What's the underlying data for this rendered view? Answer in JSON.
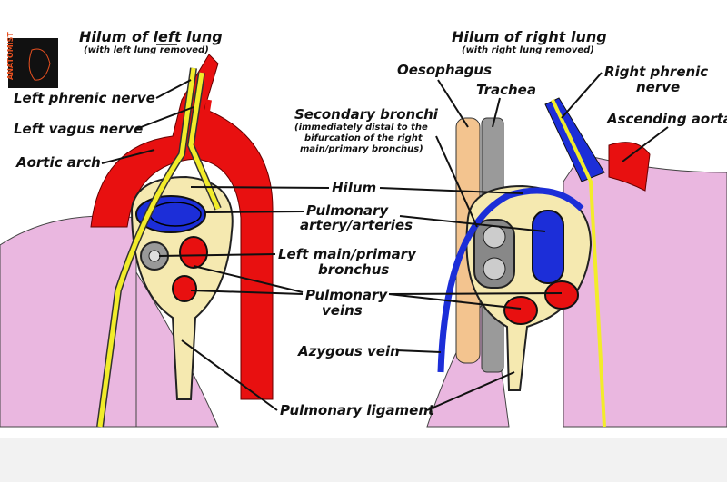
{
  "logo": {
    "text": "THE GEEKY ANATOMIST"
  },
  "left": {
    "title": "Hilum of left lung",
    "subtitle": "(with left lung removed)",
    "labels": {
      "phrenic": "Left phrenic nerve",
      "vagus": "Left vagus nerve",
      "aortic_arch": "Aortic arch"
    }
  },
  "right": {
    "title": "Hilum of right lung",
    "subtitle": "(with right lung removed)",
    "labels": {
      "oesophagus": "Oesophagus",
      "trachea": "Trachea",
      "phrenic_1": "Right phrenic",
      "phrenic_2": "nerve",
      "ascending_aorta": "Ascending aorta",
      "azygous": "Azygous vein"
    }
  },
  "center": {
    "secondary_bronchi": "Secondary bronchi",
    "secondary_sub": [
      "(immediately distal to the",
      "bifurcation of the right",
      "main/primary bronchus)"
    ],
    "hilum": "Hilum",
    "pulm_artery": [
      "Pulmonary",
      "artery/arteries"
    ],
    "left_bronchus": [
      "Left main/primary",
      "bronchus"
    ],
    "pulm_veins": [
      "Pulmonary",
      "veins"
    ],
    "pulm_ligament": "Pulmonary ligament"
  },
  "colors": {
    "lung": "#eab7e0",
    "artery": "#e81010",
    "vein_blue": "#1c2ed8",
    "nerve": "#f2ec2a",
    "hilum": "#f5e9b0",
    "oesophagus": "#f3c48f",
    "trachea": "#9a9a9a"
  }
}
